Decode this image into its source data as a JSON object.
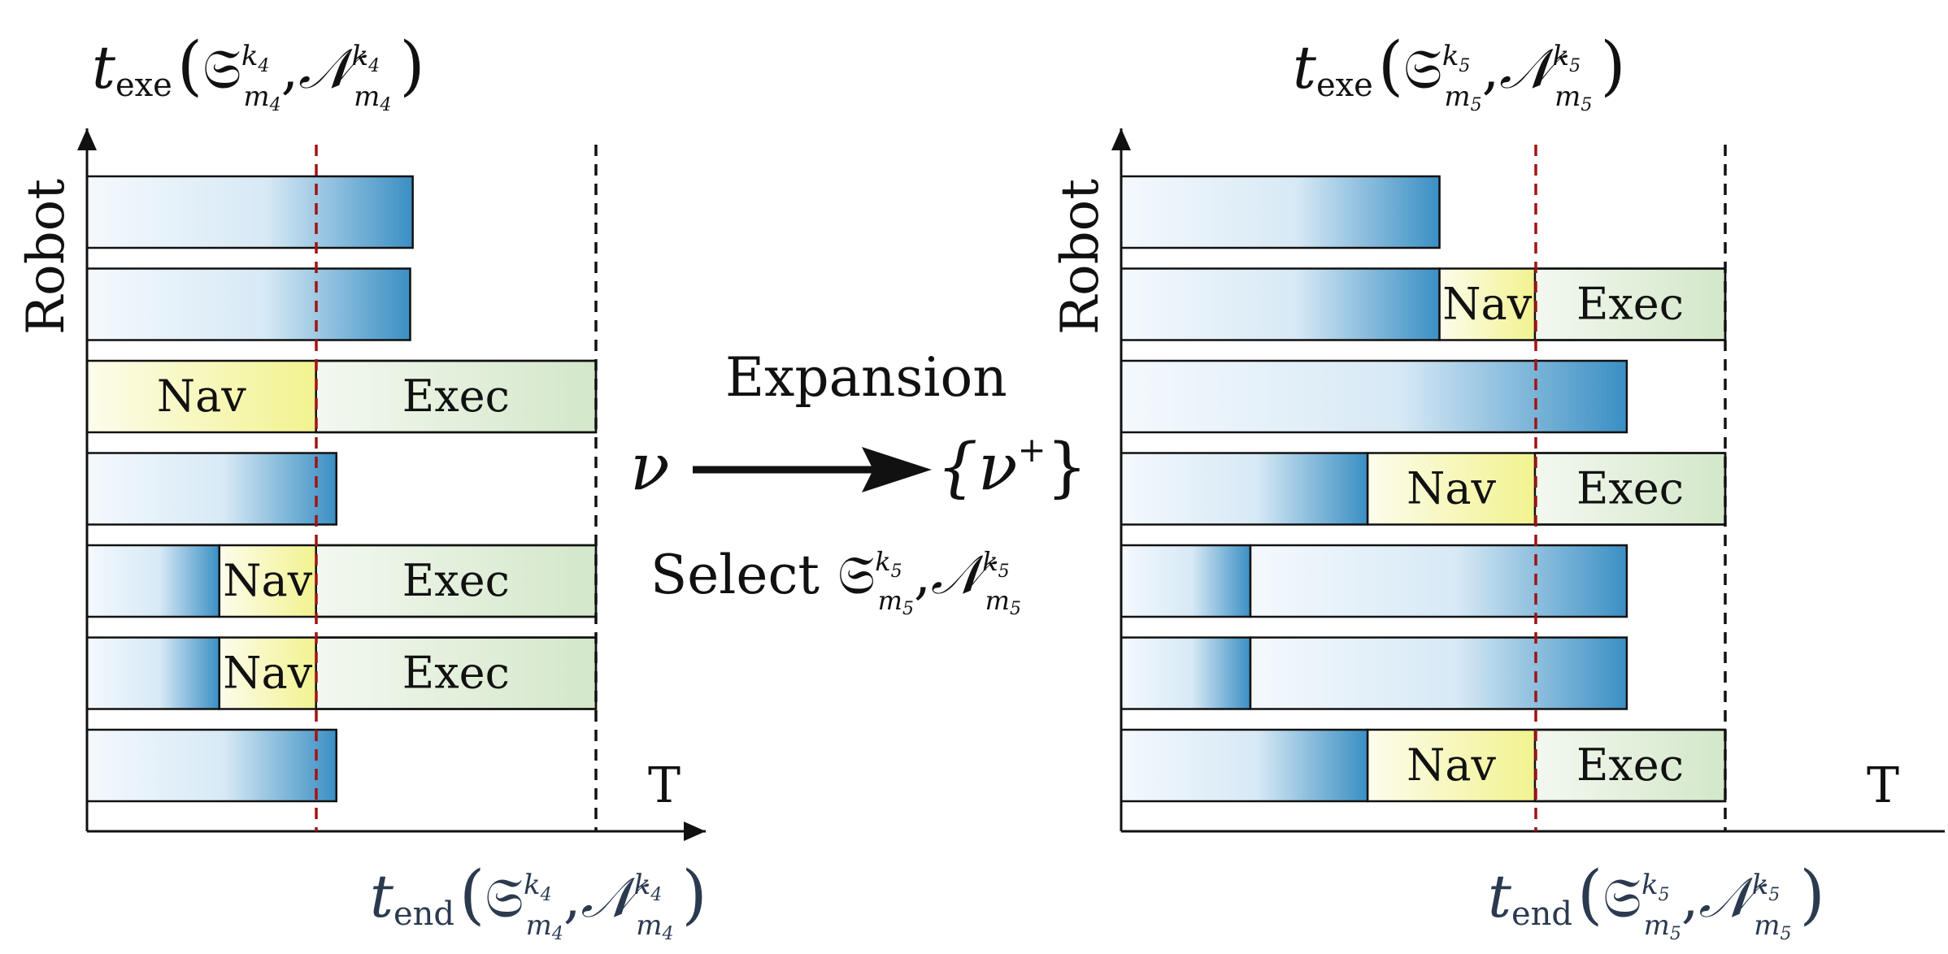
{
  "colors": {
    "robot_bar_light": "#eef6fc",
    "robot_bar_dark": "#3a8fc4",
    "nav_light": "#fbfbe4",
    "nav_dark": "#f3f497",
    "exec_light": "#f1f7ee",
    "exec_dark": "#d5e8cc",
    "time_marker": "#a01414",
    "horizon_marker": "#111111",
    "bottom_label": "#2b3a4f"
  },
  "labels": {
    "nav": "Nav",
    "exec": "Exec",
    "robot_axis": "Robot",
    "time_axis": "T",
    "expansion": "Expansion",
    "select": "Select",
    "nu": "ν",
    "nu_plus_open": "{ν",
    "nu_plus_sup": "+",
    "nu_plus_close": "}"
  },
  "left_panel": {
    "top_label": {
      "t": "t",
      "sub": "exe",
      "S": "𝔖",
      "k": "k",
      "kidx": "4",
      "m": "m",
      "midx": "4",
      "N": "𝒩"
    },
    "bottom_label": {
      "t": "t",
      "sub": "end",
      "S": "𝔖",
      "k": "k",
      "kidx": "4",
      "m": "m",
      "midx": "4",
      "N": "𝒩"
    },
    "robots": [
      {
        "kind": "bar",
        "end": 0.64
      },
      {
        "kind": "bar",
        "end": 0.635
      },
      {
        "kind": "nav_exec",
        "bar_end": 0.0,
        "nav_end": 0.45,
        "exec_end": 1.0
      },
      {
        "kind": "bar",
        "end": 0.49
      },
      {
        "kind": "nav_exec",
        "bar_end": 0.26,
        "nav_end": 0.45,
        "exec_end": 1.0
      },
      {
        "kind": "nav_exec",
        "bar_end": 0.26,
        "nav_end": 0.45,
        "exec_end": 1.0
      },
      {
        "kind": "bar",
        "end": 0.49
      }
    ],
    "current_time": 0.45,
    "horizon": 1.0
  },
  "right_panel": {
    "top_label": {
      "t": "t",
      "sub": "exe",
      "S": "𝔖",
      "k": "k",
      "kidx": "5",
      "m": "m",
      "midx": "5",
      "N": "𝒩"
    },
    "bottom_label": {
      "t": "t",
      "sub": "end",
      "S": "𝔖",
      "k": "k",
      "kidx": "5",
      "m": "m",
      "midx": "5",
      "N": "𝒩"
    },
    "robots": [
      {
        "kind": "bar",
        "end": 0.527
      },
      {
        "kind": "nav_exec",
        "bar_end": 0.527,
        "nav_end": 0.685,
        "exec_end": 1.0
      },
      {
        "kind": "bar",
        "end": 0.837
      },
      {
        "kind": "nav_exec",
        "bar_end": 0.408,
        "nav_end": 0.685,
        "exec_end": 1.0
      },
      {
        "kind": "split_bar",
        "first_end": 0.214,
        "second_end": 0.837
      },
      {
        "kind": "split_bar",
        "first_end": 0.214,
        "second_end": 0.837
      },
      {
        "kind": "nav_exec",
        "bar_end": 0.408,
        "nav_end": 0.685,
        "exec_end": 1.0
      }
    ],
    "current_time": 0.685,
    "horizon": 1.0
  }
}
